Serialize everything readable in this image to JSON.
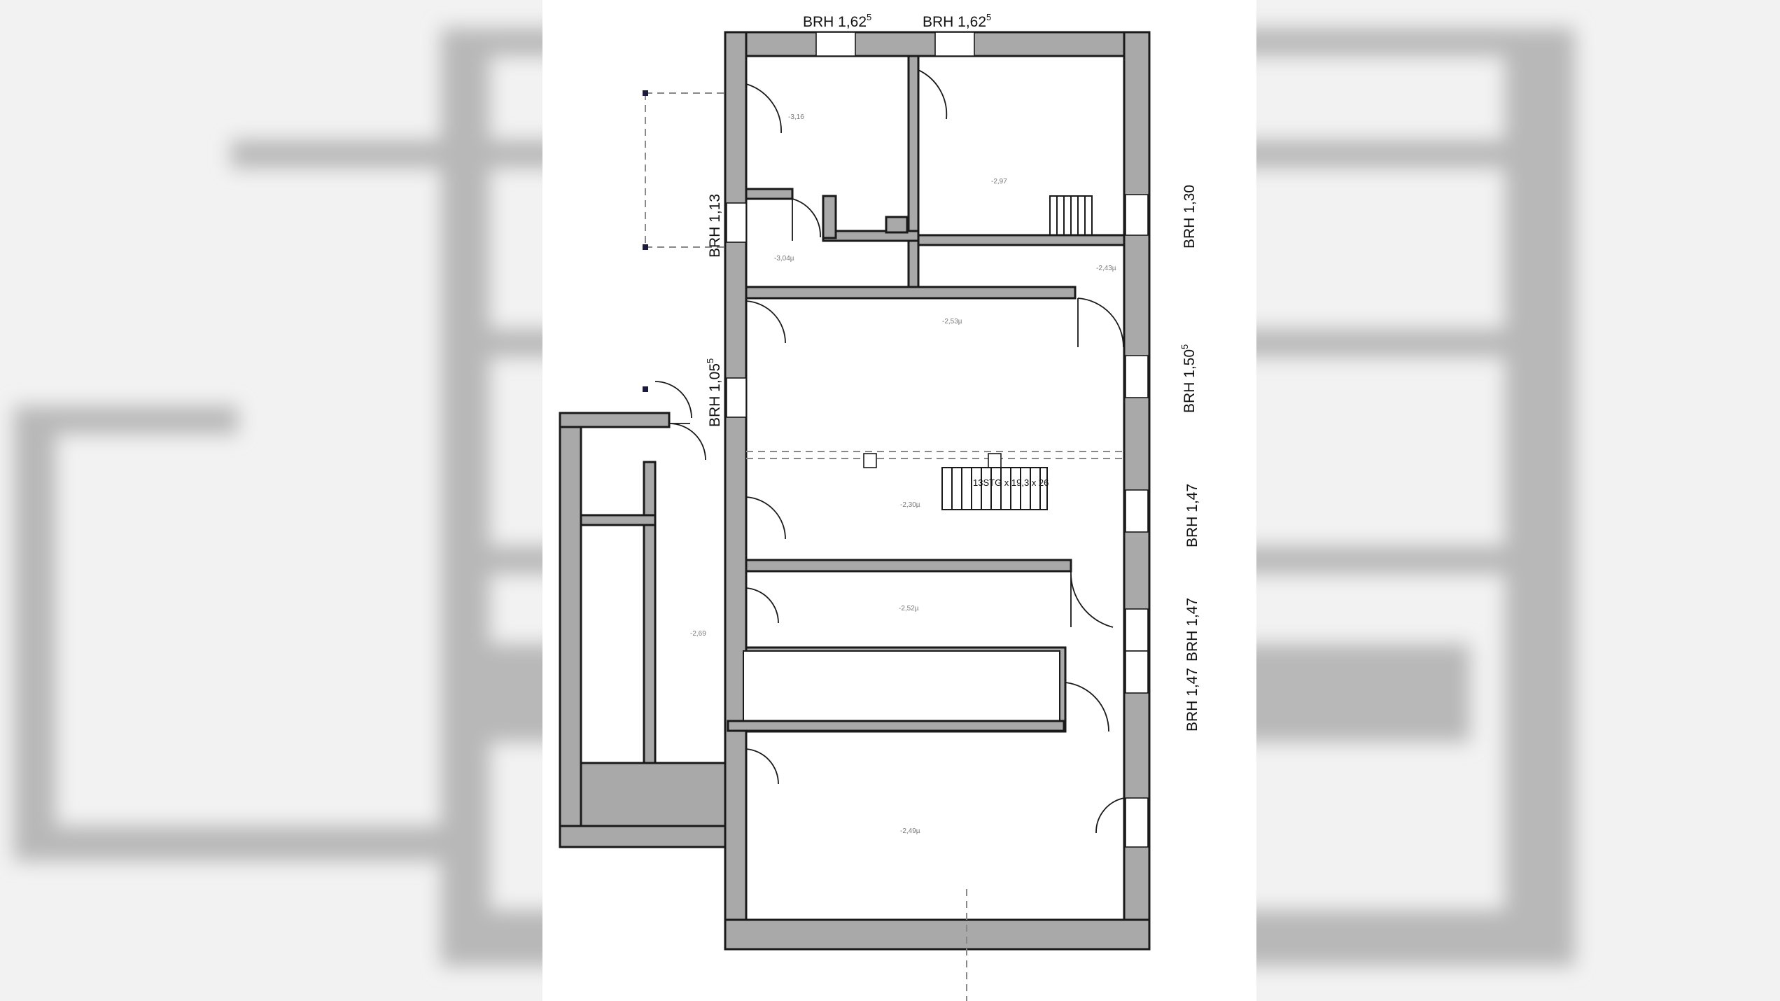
{
  "window_labels": {
    "top_left": {
      "main": "BRH 1,62",
      "sup": "5"
    },
    "top_right": {
      "main": "BRH 1,62",
      "sup": "5"
    },
    "left_upper": {
      "main": "BRH 1,13",
      "sup": ""
    },
    "left_lower": {
      "main": "BRH 1,05",
      "sup": "5"
    },
    "right_1": {
      "main": "BRH 1,30",
      "sup": ""
    },
    "right_2": {
      "main": "BRH 1,50",
      "sup": "5"
    },
    "right_3": {
      "main": "BRH 1,47",
      "sup": ""
    },
    "right_4": {
      "main": "BRH 1,47",
      "sup": ""
    },
    "right_5": {
      "main": "BRH 1,47",
      "sup": ""
    }
  },
  "levels": {
    "room_a": "-3,16",
    "room_b": "-2,97",
    "room_c": "-3,04µ",
    "room_d": "-2,43µ",
    "hall_top": "-2,53µ",
    "hall_mid": "-2,30µ",
    "corridor": "-2,52µ",
    "side_room": "-2,69",
    "bottom_room": "-2,49µ"
  },
  "stair": {
    "label": "13STG x 19,3 x 26"
  },
  "colors": {
    "wall": "#a9a9a9",
    "outline": "#1a1a1a"
  }
}
